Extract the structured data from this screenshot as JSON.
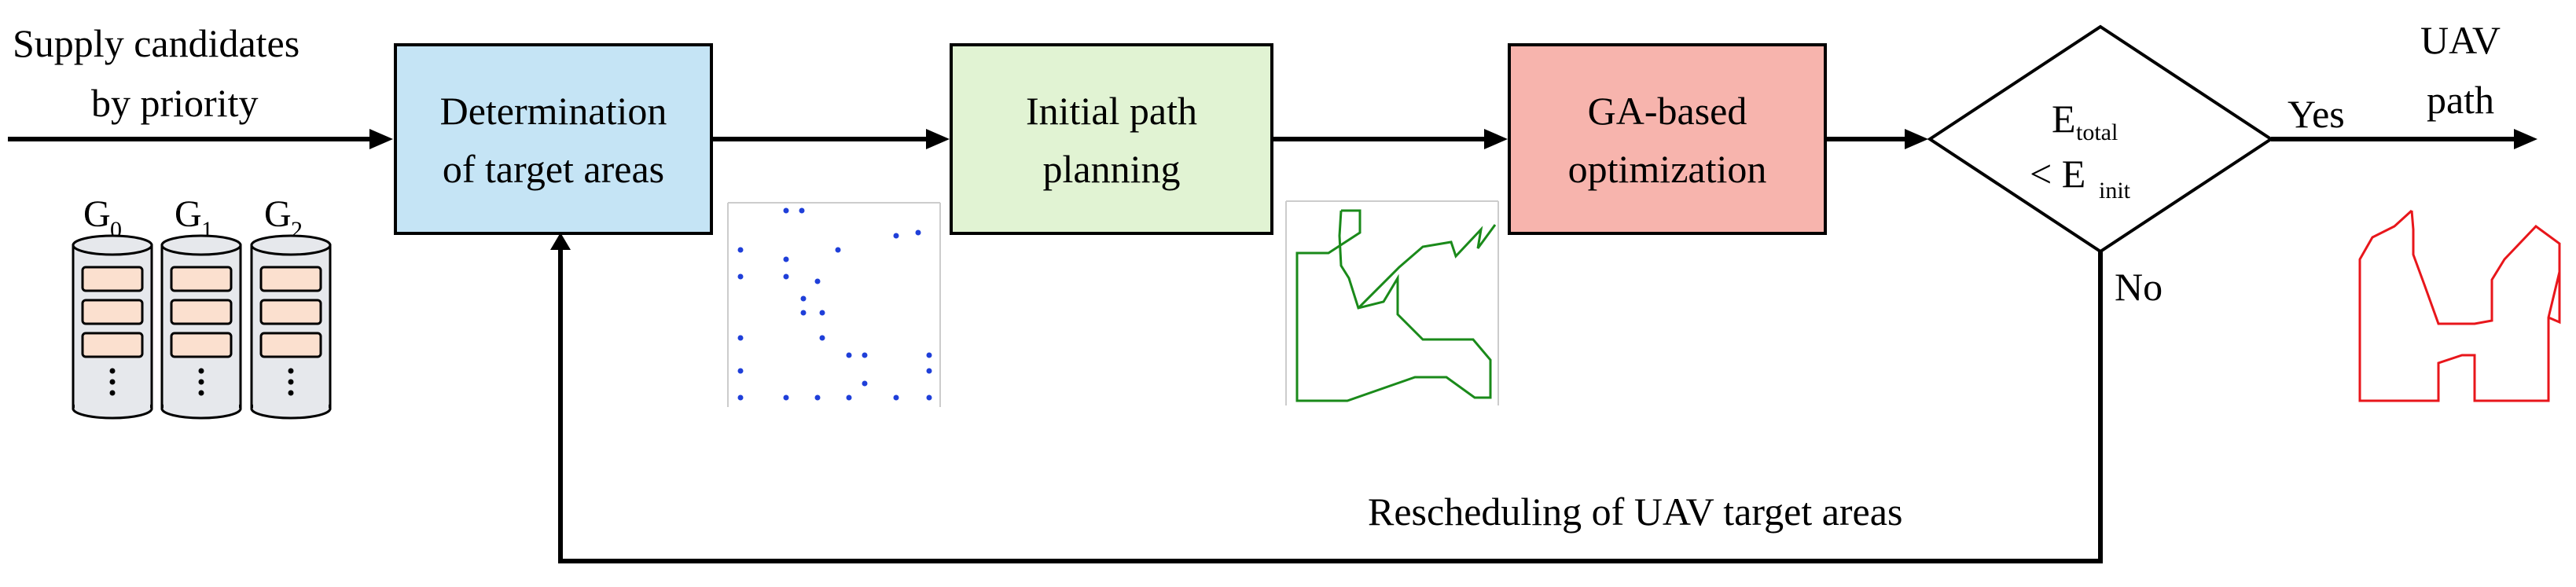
{
  "input": {
    "line1": "Supply candidates",
    "line2": "by priority"
  },
  "groups": [
    {
      "base": "G",
      "sub": "0"
    },
    {
      "base": "G",
      "sub": "1"
    },
    {
      "base": "G",
      "sub": "2"
    }
  ],
  "boxes": {
    "determination": {
      "line1": "Determination",
      "line2": "of target areas",
      "color": "#c5e4f5"
    },
    "initial": {
      "line1": "Initial path",
      "line2": "planning",
      "color": "#e1f3d3"
    },
    "ga": {
      "line1": "GA-based",
      "line2": "optimization",
      "color": "#f7b4ad"
    }
  },
  "decision": {
    "e1": "E",
    "e1_sub": "total",
    "lt": "< E",
    "e2_sub": "init"
  },
  "yes_label": "Yes",
  "no_label": "No",
  "output": {
    "line1": "UAV",
    "line2": "path"
  },
  "feedback_label": "Rescheduling of UAV target areas",
  "colors": {
    "points": "#1f3fd9",
    "initial_path": "#1a8a1a",
    "optimized_path": "#e8161b",
    "db_fill": "#e6e8ec",
    "db_slot": "#fbe0cf"
  }
}
